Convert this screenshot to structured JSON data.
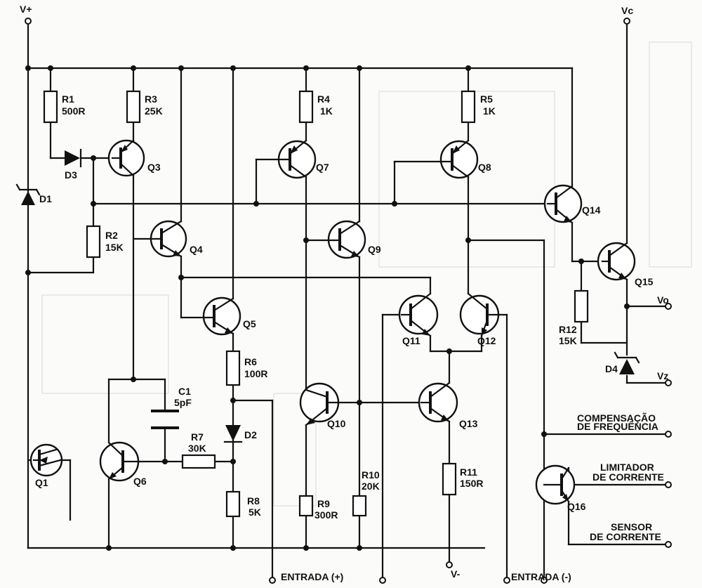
{
  "supply": {
    "vplus": "V+",
    "vc": "Vc",
    "vminus": "V-",
    "vo": "Vo",
    "vz": "Vz"
  },
  "inputs": {
    "plus": "ENTRADA (+)",
    "minus": "ENTRADA (-)"
  },
  "outputs": {
    "freq_line1": "COMPENSAÇÃO",
    "freq_line2": "DE FREQUÊNCIA",
    "lim_line1": "LIMITADOR",
    "lim_line2": "DE CORRENTE",
    "sens_line1": "SENSOR",
    "sens_line2": "DE CORRENTE"
  },
  "resistors": {
    "r1": "R1",
    "r1v": "500R",
    "r2": "R2",
    "r2v": "15K",
    "r3": "R3",
    "r3v": "25K",
    "r4": "R4",
    "r4v": "1K",
    "r5": "R5",
    "r5v": "1K",
    "r6": "R6",
    "r6v": "100R",
    "r7": "R7",
    "r7v": "30K",
    "r8": "R8",
    "r8v": "5K",
    "r9": "R9",
    "r9v": "300R",
    "r10": "R10",
    "r10v": "20K",
    "r11": "R11",
    "r11v": "150R",
    "r12": "R12",
    "r12v": "15K"
  },
  "capacitors": {
    "c1": "C1",
    "c1v": "5pF"
  },
  "diodes": {
    "d1": "D1",
    "d2": "D2",
    "d3": "D3",
    "d4": "D4"
  },
  "transistors": {
    "q1": "Q1",
    "q3": "Q3",
    "q4": "Q4",
    "q5": "Q5",
    "q6": "Q6",
    "q7": "Q7",
    "q8": "Q8",
    "q9": "Q9",
    "q10": "Q10",
    "q11": "Q11",
    "q12": "Q12",
    "q13": "Q13",
    "q14": "Q14",
    "q15": "Q15",
    "q16": "Q16"
  }
}
